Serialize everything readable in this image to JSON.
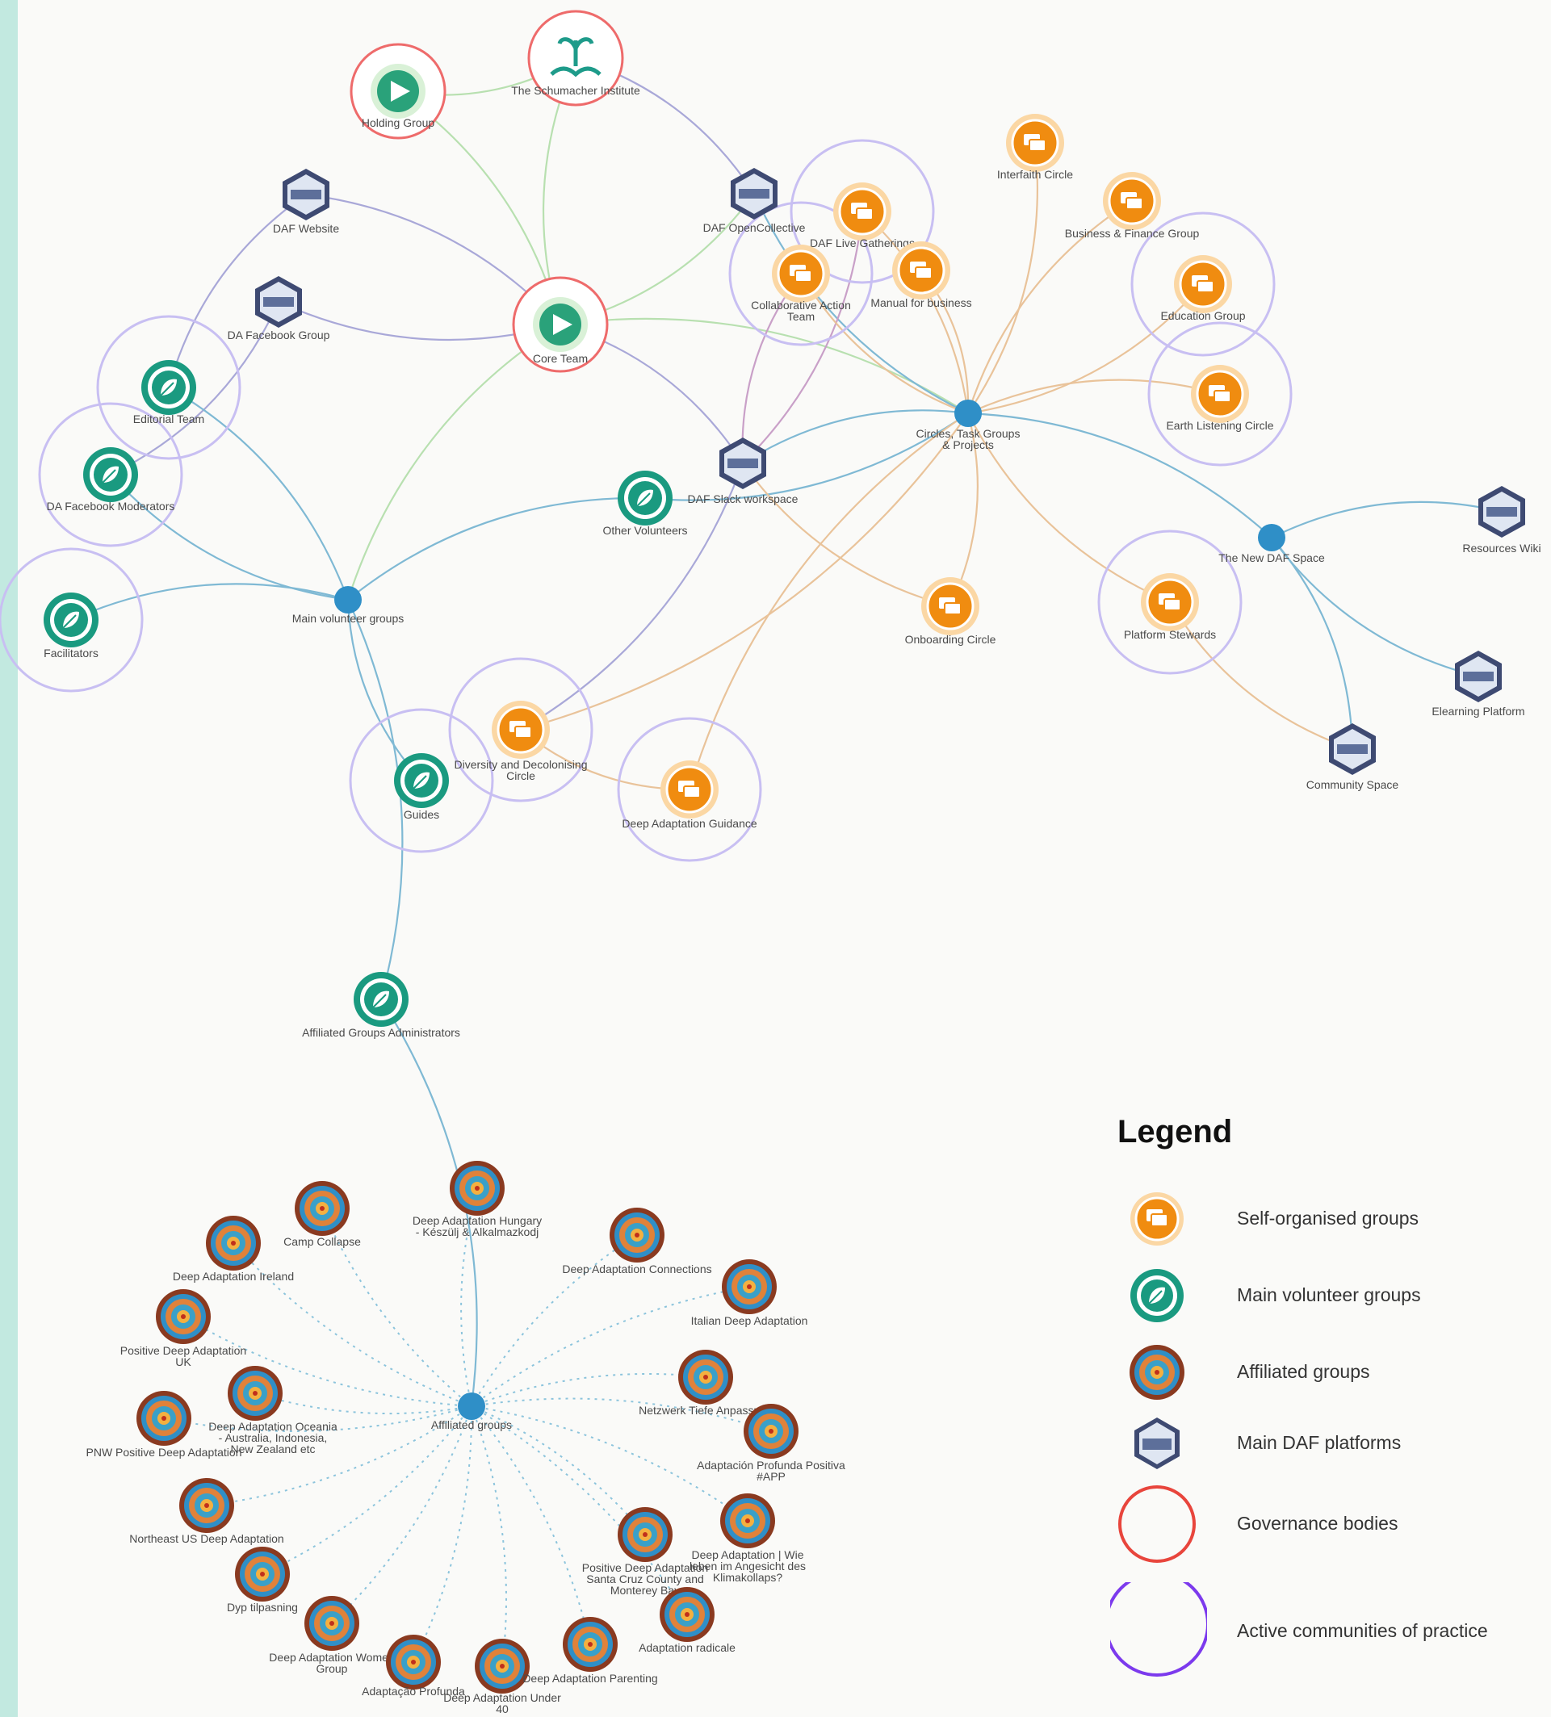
{
  "legend": {
    "title": "Legend",
    "items": [
      {
        "type": "self",
        "label": "Self-organised groups"
      },
      {
        "type": "volunteer",
        "label": "Main volunteer groups"
      },
      {
        "type": "affiliated",
        "label": "Affiliated groups"
      },
      {
        "type": "platform",
        "label": "Main DAF platforms"
      },
      {
        "type": "governance",
        "label": "Governance bodies"
      },
      {
        "type": "community",
        "label": "Active communities of practice"
      }
    ]
  },
  "colors": {
    "self_organised": "#f08c10",
    "volunteer": "#1a9a80",
    "governance_ring": "#ee6b6b",
    "community_ring": "#8b5cf6",
    "hub": "#2f8fc7",
    "platform": "#3e4a72"
  },
  "nodes": [
    {
      "id": "holding",
      "type": "governance",
      "label": [
        "Holding Group"
      ]
    },
    {
      "id": "schumacher",
      "type": "schumacher",
      "label": [
        "The Schumacher Institute"
      ]
    },
    {
      "id": "core",
      "type": "governance",
      "label": [
        "Core Team"
      ]
    },
    {
      "id": "dafweb",
      "type": "platform",
      "label": [
        "DAF Website"
      ]
    },
    {
      "id": "dafb",
      "type": "platform",
      "label": [
        "DA Facebook Group"
      ]
    },
    {
      "id": "opencol",
      "type": "platform",
      "label": [
        "DAF OpenCollective"
      ]
    },
    {
      "id": "slack",
      "type": "platform",
      "label": [
        "DAF Slack workspace"
      ]
    },
    {
      "id": "reswiki",
      "type": "platform",
      "label": [
        "Resources Wiki"
      ]
    },
    {
      "id": "elearn",
      "type": "platform",
      "label": [
        "Elearning Platform"
      ]
    },
    {
      "id": "commspace",
      "type": "platform",
      "label": [
        "Community Space"
      ]
    },
    {
      "id": "editorial",
      "type": "volunteer",
      "community": true,
      "label": [
        "Editorial Team"
      ]
    },
    {
      "id": "fbmods",
      "type": "volunteer",
      "community": true,
      "label": [
        "DA Facebook Moderators"
      ]
    },
    {
      "id": "facil",
      "type": "volunteer",
      "community": true,
      "label": [
        "Facilitators"
      ]
    },
    {
      "id": "othervol",
      "type": "volunteer",
      "label": [
        "Other Volunteers"
      ]
    },
    {
      "id": "guides",
      "type": "volunteer",
      "community": true,
      "label": [
        "Guides"
      ]
    },
    {
      "id": "affadmin",
      "type": "volunteer",
      "label": [
        "Affiliated Groups Administrators"
      ]
    },
    {
      "id": "interfaith",
      "type": "self",
      "label": [
        "Interfaith Circle"
      ]
    },
    {
      "id": "bizfin",
      "type": "self",
      "label": [
        "Business & Finance Group"
      ]
    },
    {
      "id": "education",
      "type": "self",
      "community": true,
      "label": [
        "Education Group"
      ]
    },
    {
      "id": "earth",
      "type": "self",
      "community": true,
      "label": [
        "Earth Listening Circle"
      ]
    },
    {
      "id": "live",
      "type": "self",
      "community": true,
      "label": [
        "DAF Live Gatherings"
      ]
    },
    {
      "id": "collab",
      "type": "self",
      "community": true,
      "label": [
        "Collaborative Action",
        "Team"
      ]
    },
    {
      "id": "manual",
      "type": "self",
      "label": [
        "Manual for business"
      ]
    },
    {
      "id": "onboard",
      "type": "self",
      "label": [
        "Onboarding Circle"
      ]
    },
    {
      "id": "platstew",
      "type": "self",
      "community": true,
      "label": [
        "Platform Stewards"
      ]
    },
    {
      "id": "diversity",
      "type": "self",
      "community": true,
      "label": [
        "Diversity and Decolonising",
        "Circle"
      ]
    },
    {
      "id": "daguid",
      "type": "self",
      "community": true,
      "label": [
        "Deep Adaptation Guidance"
      ]
    },
    {
      "id": "mainvol",
      "type": "hub",
      "label": [
        "Main volunteer groups"
      ]
    },
    {
      "id": "circles",
      "type": "hub",
      "label": [
        "Circles, Task Groups",
        "& Projects"
      ]
    },
    {
      "id": "newdaf",
      "type": "hub",
      "label": [
        "The New DAF Space"
      ]
    },
    {
      "id": "affhub",
      "type": "hub",
      "label": [
        "Affiliated groups"
      ]
    },
    {
      "id": "hungary",
      "type": "affiliated",
      "label": [
        "Deep Adaptation Hungary",
        "- Készülj & Alkalmazkodj"
      ]
    },
    {
      "id": "camp",
      "type": "affiliated",
      "label": [
        "Camp Collapse"
      ]
    },
    {
      "id": "ireland",
      "type": "affiliated",
      "label": [
        "Deep Adaptation Ireland"
      ]
    },
    {
      "id": "connections",
      "type": "affiliated",
      "label": [
        "Deep Adaptation Connections"
      ]
    },
    {
      "id": "italian",
      "type": "affiliated",
      "label": [
        "Italian Deep Adaptation"
      ]
    },
    {
      "id": "posuk",
      "type": "affiliated",
      "label": [
        "Positive Deep Adaptation",
        "UK"
      ]
    },
    {
      "id": "oceania",
      "type": "affiliated",
      "label": [
        "Deep Adaptation Oceania",
        "- Australia, Indonesia,",
        "New Zealand etc"
      ]
    },
    {
      "id": "pnw",
      "type": "affiliated",
      "label": [
        "PNW Positive Deep Adaptation"
      ]
    },
    {
      "id": "netzwerk",
      "type": "affiliated",
      "label": [
        "Netzwerk Tiefe Anpassung"
      ]
    },
    {
      "id": "app",
      "type": "affiliated",
      "label": [
        "Adaptación Profunda Positiva",
        "#APP"
      ]
    },
    {
      "id": "northeast",
      "type": "affiliated",
      "label": [
        "Northeast US Deep Adaptation"
      ]
    },
    {
      "id": "dyp",
      "type": "affiliated",
      "label": [
        "Dyp tilpasning"
      ]
    },
    {
      "id": "santacruz",
      "type": "affiliated",
      "label": [
        "Positive Deep Adaptation",
        "Santa Cruz County and",
        "Monterey Bay"
      ]
    },
    {
      "id": "wie",
      "type": "affiliated",
      "label": [
        "Deep Adaptation | Wie",
        "leben im Angesicht des",
        "Klimakollaps?"
      ]
    },
    {
      "id": "radicale",
      "type": "affiliated",
      "label": [
        "Adaptation radicale"
      ]
    },
    {
      "id": "women",
      "type": "affiliated",
      "label": [
        "Deep Adaptation Women",
        "Group"
      ]
    },
    {
      "id": "adaptacao",
      "type": "affiliated",
      "label": [
        "Adaptação Profunda"
      ]
    },
    {
      "id": "under40",
      "type": "affiliated",
      "label": [
        "Deep Adaptation Under",
        "40"
      ]
    },
    {
      "id": "parenting",
      "type": "affiliated",
      "label": [
        "Deep Adaptation Parenting"
      ]
    }
  ],
  "edges": [
    {
      "from": "holding",
      "to": "schumacher",
      "color": "#b8e0b0"
    },
    {
      "from": "holding",
      "to": "core",
      "color": "#b8e0b0"
    },
    {
      "from": "schumacher",
      "to": "core",
      "color": "#b8e0b0"
    },
    {
      "from": "schumacher",
      "to": "opencol",
      "color": "#a9a8d8"
    },
    {
      "from": "core",
      "to": "dafweb",
      "color": "#a9a8d8"
    },
    {
      "from": "core",
      "to": "dafb",
      "color": "#a9a8d8"
    },
    {
      "from": "core",
      "to": "opencol",
      "color": "#b8e0b0"
    },
    {
      "from": "core",
      "to": "slack",
      "color": "#a9a8d8"
    },
    {
      "from": "core",
      "to": "mainvol",
      "color": "#b8e0b0"
    },
    {
      "from": "core",
      "to": "circles",
      "color": "#b8e0b0"
    },
    {
      "from": "dafweb",
      "to": "editorial",
      "color": "#a9a8d8"
    },
    {
      "from": "dafb",
      "to": "fbmods",
      "color": "#a9a8d8"
    },
    {
      "from": "mainvol",
      "to": "editorial",
      "color": "#7fb9d4"
    },
    {
      "from": "mainvol",
      "to": "fbmods",
      "color": "#7fb9d4"
    },
    {
      "from": "mainvol",
      "to": "facil",
      "color": "#7fb9d4"
    },
    {
      "from": "mainvol",
      "to": "othervol",
      "color": "#7fb9d4"
    },
    {
      "from": "mainvol",
      "to": "guides",
      "color": "#7fb9d4"
    },
    {
      "from": "mainvol",
      "to": "affadmin",
      "color": "#7fb9d4"
    },
    {
      "from": "othervol",
      "to": "circles",
      "color": "#7fb9d4"
    },
    {
      "from": "affadmin",
      "to": "affhub",
      "color": "#7fb9d4"
    },
    {
      "from": "opencol",
      "to": "circles",
      "color": "#7fb9d4"
    },
    {
      "from": "slack",
      "to": "circles",
      "color": "#7fb9d4"
    },
    {
      "from": "slack",
      "to": "onboard",
      "color": "#e9c39a"
    },
    {
      "from": "slack",
      "to": "collab",
      "color": "#c9a0c8"
    },
    {
      "from": "slack",
      "to": "live",
      "color": "#c9a0c8"
    },
    {
      "from": "slack",
      "to": "diversity",
      "color": "#a9a8d8"
    },
    {
      "from": "circles",
      "to": "interfaith",
      "color": "#e9c39a"
    },
    {
      "from": "circles",
      "to": "bizfin",
      "color": "#e9c39a"
    },
    {
      "from": "circles",
      "to": "education",
      "color": "#e9c39a"
    },
    {
      "from": "circles",
      "to": "earth",
      "color": "#e9c39a"
    },
    {
      "from": "circles",
      "to": "live",
      "color": "#e9c39a"
    },
    {
      "from": "circles",
      "to": "collab",
      "color": "#e9c39a"
    },
    {
      "from": "circles",
      "to": "manual",
      "color": "#e9c39a"
    },
    {
      "from": "circles",
      "to": "onboard",
      "color": "#e9c39a"
    },
    {
      "from": "circles",
      "to": "platstew",
      "color": "#e9c39a"
    },
    {
      "from": "circles",
      "to": "diversity",
      "color": "#e9c39a"
    },
    {
      "from": "circles",
      "to": "daguid",
      "color": "#e9c39a"
    },
    {
      "from": "circles",
      "to": "newdaf",
      "color": "#7fb9d4"
    },
    {
      "from": "diversity",
      "to": "daguid",
      "color": "#e9c39a"
    },
    {
      "from": "newdaf",
      "to": "reswiki",
      "color": "#7fb9d4"
    },
    {
      "from": "newdaf",
      "to": "elearn",
      "color": "#7fb9d4"
    },
    {
      "from": "newdaf",
      "to": "commspace",
      "color": "#7fb9d4"
    },
    {
      "from": "platstew",
      "to": "commspace",
      "color": "#e9c39a"
    }
  ]
}
